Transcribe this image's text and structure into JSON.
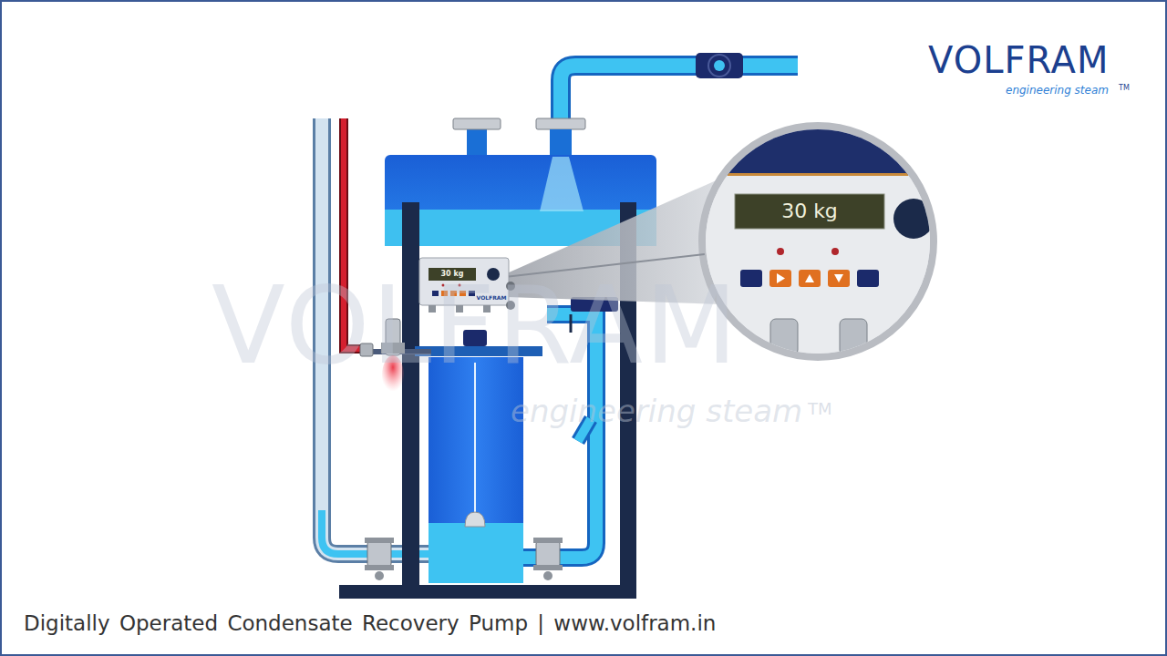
{
  "diagram": {
    "caption": "Digitally Operated Condensate Recovery Pump | www.volfram.in",
    "nodes": [
      {
        "text": [
          "30 kg",
          "VOLFRAM"
        ]
      },
      {
        "text": [
          "30 kg"
        ]
      }
    ],
    "edges": [
      {
        "from": 0,
        "to": 1,
        "arrow": "none"
      }
    ],
    "labels": [
      "VOLFRAM",
      "engineering steam",
      "TM",
      "VOLFRAM",
      "engineering steam",
      "TM"
    ]
  }
}
